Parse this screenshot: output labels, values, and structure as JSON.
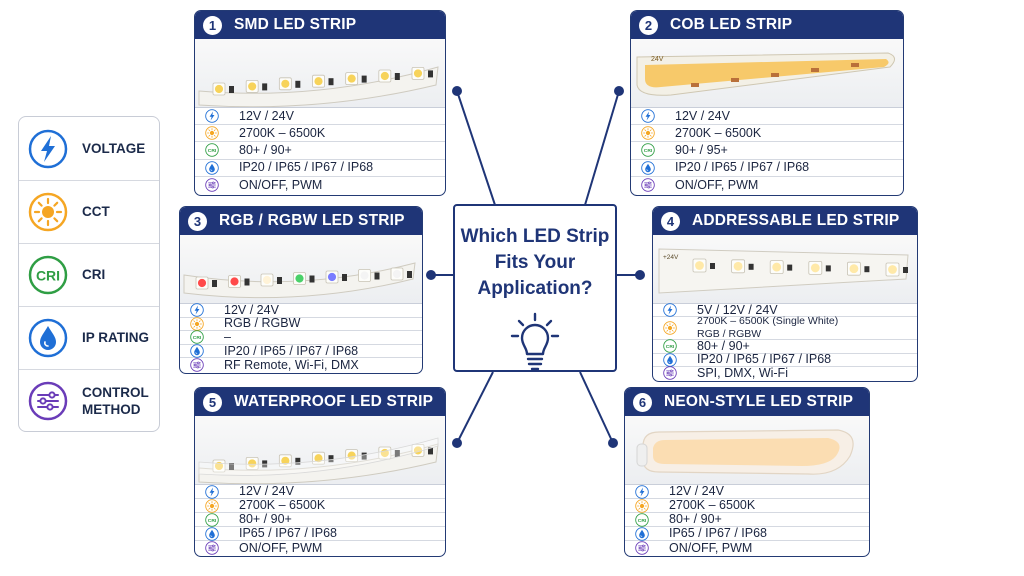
{
  "center_title": "Which LED Strip\nFits Your\nApplication?",
  "colors": {
    "navy": "#1f3577",
    "voltage": "#1f6fd6",
    "cct": "#f5a623",
    "cri": "#2f9e44",
    "ip": "#1f6fd6",
    "control": "#6a3cb8"
  },
  "legend": [
    {
      "key": "voltage",
      "label": "VOLTAGE",
      "icon": "lightning-icon"
    },
    {
      "key": "cct",
      "label": "CCT",
      "icon": "sun-icon"
    },
    {
      "key": "cri",
      "label": "CRI",
      "icon": "cri-icon"
    },
    {
      "key": "ip",
      "label": "IP RATING",
      "icon": "water-drop-icon"
    },
    {
      "key": "control",
      "label": "CONTROL\nMETHOD",
      "icon": "sliders-icon"
    }
  ],
  "strips": [
    {
      "number": "1",
      "title": "SMD LED STRIP",
      "image": "smd-strip",
      "specs": [
        {
          "key": "voltage",
          "text": "12V / 24V"
        },
        {
          "key": "cct",
          "text": "2700K – 6500K"
        },
        {
          "key": "cri",
          "text": "80+ / 90+"
        },
        {
          "key": "ip",
          "text": "IP20 / IP65 / IP67 / IP68"
        },
        {
          "key": "control",
          "text": "ON/OFF, PWM"
        }
      ]
    },
    {
      "number": "2",
      "title": "COB LED STRIP",
      "image": "cob-strip",
      "strip_label": "24V",
      "specs": [
        {
          "key": "voltage",
          "text": "12V / 24V"
        },
        {
          "key": "cct",
          "text": "2700K – 6500K"
        },
        {
          "key": "cri",
          "text": "90+ / 95+"
        },
        {
          "key": "ip",
          "text": "IP20 / IP65 / IP67 / IP68"
        },
        {
          "key": "control",
          "text": "ON/OFF, PWM"
        }
      ]
    },
    {
      "number": "3",
      "title": "RGB / RGBW LED STRIP",
      "image": "rgb-strip",
      "specs": [
        {
          "key": "voltage",
          "text": "12V / 24V"
        },
        {
          "key": "cct",
          "text": "RGB / RGBW"
        },
        {
          "key": "cri",
          "text": "–"
        },
        {
          "key": "ip",
          "text": "IP20 / IP65 / IP67 / IP68"
        },
        {
          "key": "control",
          "text": "RF Remote, Wi-Fi, DMX"
        }
      ]
    },
    {
      "number": "4",
      "title": "ADDRESSABLE LED STRIP",
      "image": "addressable-strip",
      "strip_label": "+24V",
      "specs": [
        {
          "key": "voltage",
          "text": "5V / 12V / 24V"
        },
        {
          "key": "cct",
          "text": "2700K – 6500K (Single White)",
          "text2": "RGB / RGBW"
        },
        {
          "key": "cri",
          "text": "80+ / 90+"
        },
        {
          "key": "ip",
          "text": "IP20 / IP65 / IP67 / IP68"
        },
        {
          "key": "control",
          "text": "SPI, DMX, Wi-Fi"
        }
      ]
    },
    {
      "number": "5",
      "title": "WATERPROOF LED STRIP",
      "image": "waterproof-strip",
      "specs": [
        {
          "key": "voltage",
          "text": "12V / 24V"
        },
        {
          "key": "cct",
          "text": "2700K – 6500K"
        },
        {
          "key": "cri",
          "text": "80+ / 90+"
        },
        {
          "key": "ip",
          "text": "IP65 / IP67 / IP68"
        },
        {
          "key": "control",
          "text": "ON/OFF, PWM"
        }
      ]
    },
    {
      "number": "6",
      "title": "NEON-STYLE LED STRIP",
      "image": "neon-strip",
      "specs": [
        {
          "key": "voltage",
          "text": "12V / 24V"
        },
        {
          "key": "cct",
          "text": "2700K – 6500K"
        },
        {
          "key": "cri",
          "text": "80+ / 90+"
        },
        {
          "key": "ip",
          "text": "IP65 / IP67 / IP68"
        },
        {
          "key": "control",
          "text": "ON/OFF, PWM"
        }
      ]
    }
  ]
}
